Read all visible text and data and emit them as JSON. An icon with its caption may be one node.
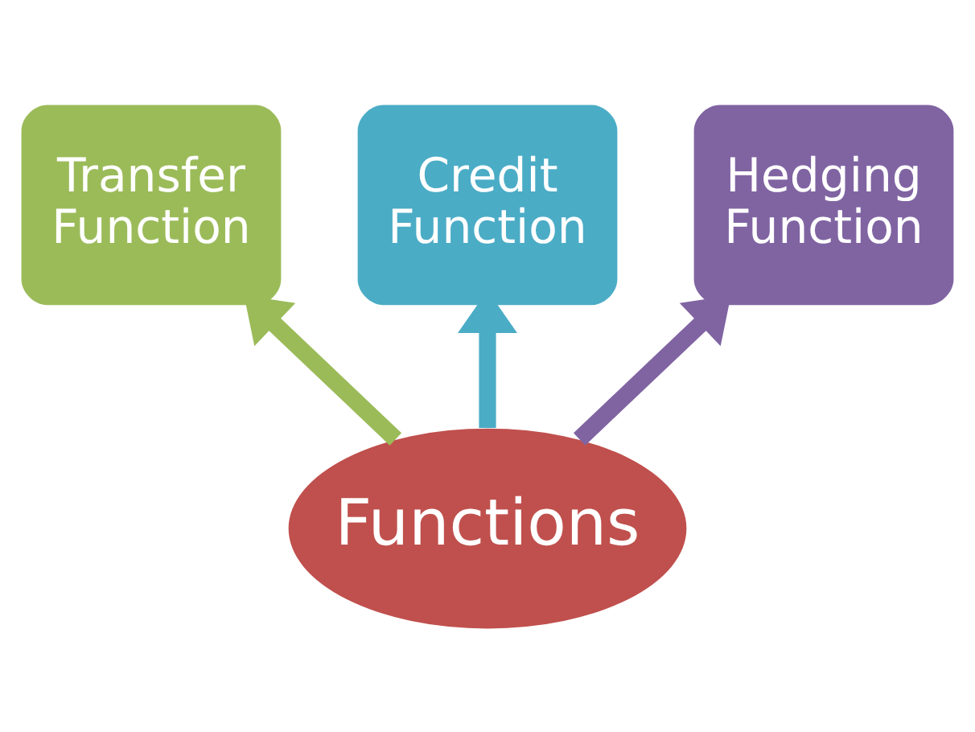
{
  "diagram": {
    "nodes": [
      {
        "text": [
          "Functions"
        ]
      },
      {
        "text": [
          "Transfer Function"
        ]
      },
      {
        "text": [
          "Credit Function"
        ]
      },
      {
        "text": [
          "Hedging Function"
        ]
      }
    ],
    "edges": [
      {
        "from": 0,
        "to": 1,
        "arrow": "to",
        "color": "#9bbb59"
      },
      {
        "from": 0,
        "to": 2,
        "arrow": "to",
        "color": "#4bacc6"
      },
      {
        "from": 0,
        "to": 3,
        "arrow": "to",
        "color": "#8064a2"
      }
    ]
  }
}
